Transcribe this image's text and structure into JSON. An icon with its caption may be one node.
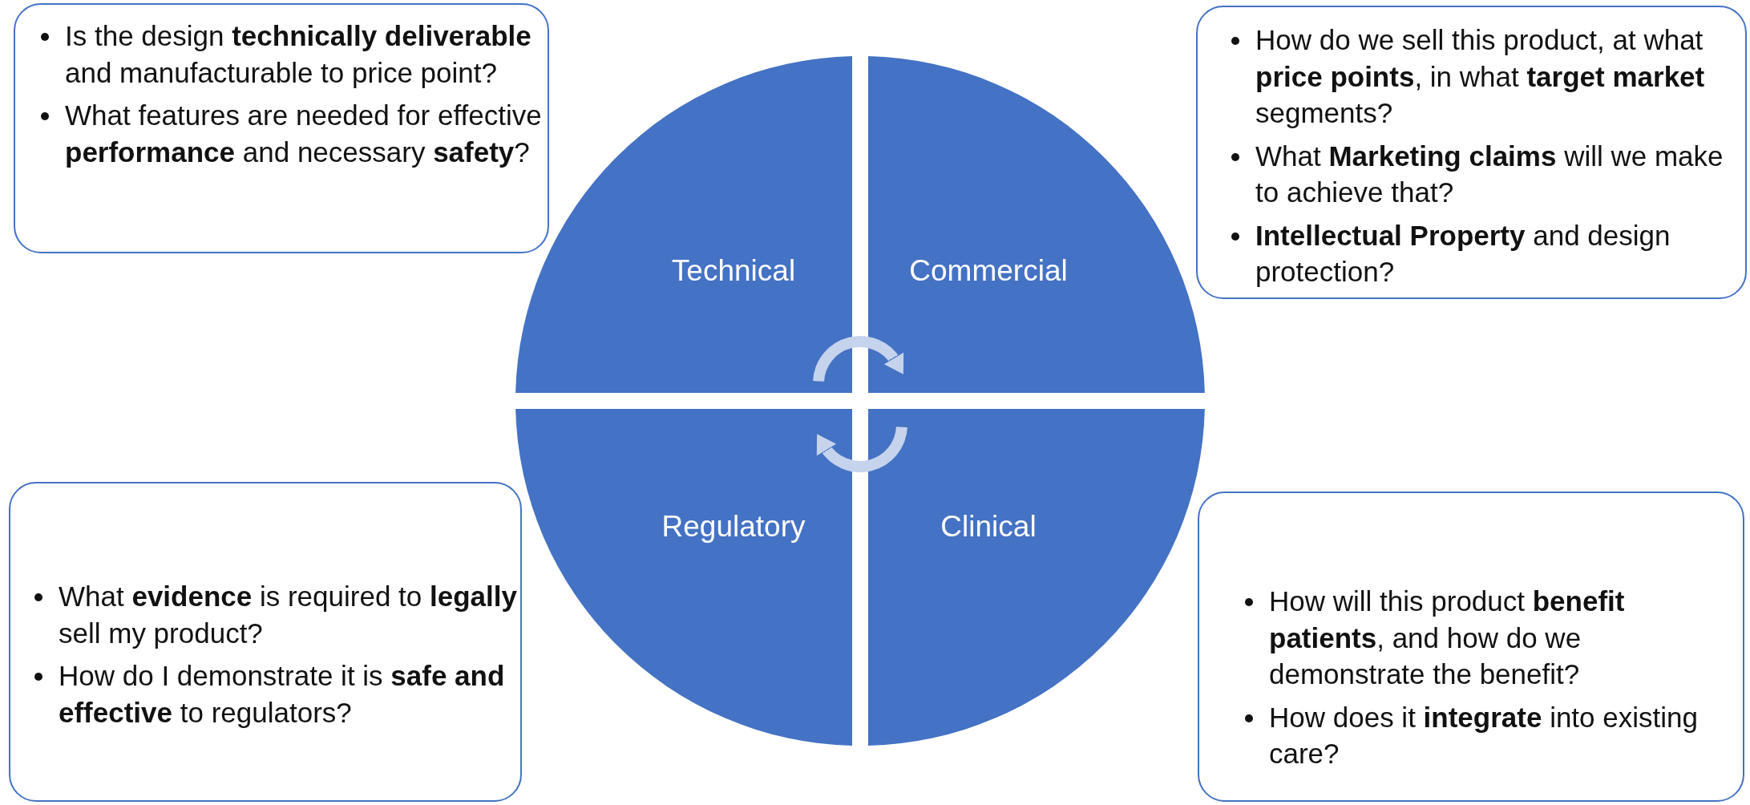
{
  "diagram": {
    "nodes": [
      {
        "text": [
          "Is the design **technically deliverable** and manufacturable to price point?",
          "What features are needed for effective **performance** and necessary **safety**?"
        ]
      },
      {
        "text": [
          "How do we sell this product, at what **price points**, in what **target market** segments?",
          "What **Marketing claims** will we make to achieve that?",
          "**Intellectual Property** and design protection?"
        ]
      },
      {
        "text": [
          "Technical"
        ]
      },
      {
        "text": [
          "Commercial"
        ]
      },
      {
        "text": [
          "Regulatory"
        ]
      },
      {
        "text": [
          "Clinical"
        ]
      },
      {
        "text": [
          "What **evidence** is required to **legally** sell my product?",
          "How do I demonstrate it is **safe and effective** to regulators?"
        ]
      },
      {
        "text": [
          "How will this product **benefit patients**, and how do we demonstrate the benefit?",
          "How does it **integrate** into existing care?"
        ]
      }
    ],
    "edges": [
      {
        "from": 2,
        "to": 3,
        "arrow": "to"
      },
      {
        "from": 5,
        "to": 4,
        "arrow": "to"
      }
    ]
  }
}
